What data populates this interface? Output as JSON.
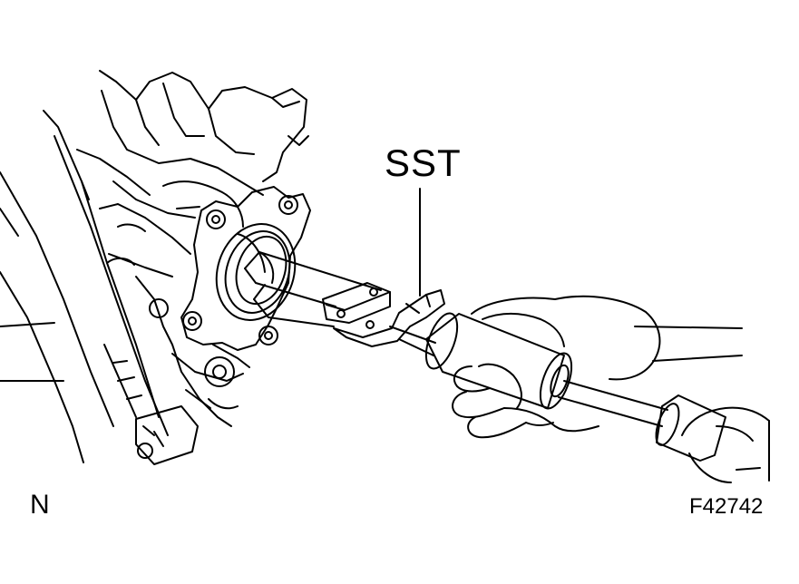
{
  "callout": {
    "tool_label": "SST"
  },
  "view": {
    "letter": "N"
  },
  "figure": {
    "code": "F42742"
  },
  "colors": {
    "line": "#000000",
    "background": "#ffffff"
  },
  "parts": [
    "steering-knuckle",
    "axle-hub-flange",
    "slide-hammer",
    "hands"
  ]
}
